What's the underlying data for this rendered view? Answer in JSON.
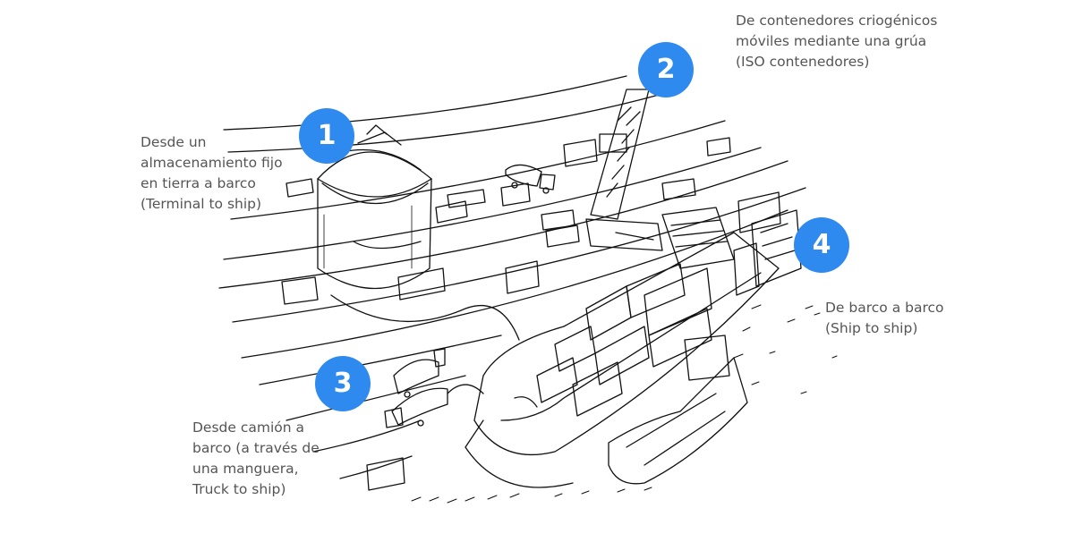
{
  "accent_color": "#2f8af0",
  "text_color": "#555555",
  "steps": [
    {
      "number": "1",
      "lines": [
        "Desde un",
        "almacenamiento fijo",
        "en tierra a barco",
        "(Terminal to ship)"
      ]
    },
    {
      "number": "2",
      "lines": [
        "De contenedores criogénicos",
        "móviles mediante una grúa",
        "(ISO contenedores)"
      ]
    },
    {
      "number": "3",
      "lines": [
        "Desde camión a",
        "barco (a través de",
        "una manguera,",
        "Truck to ship)"
      ]
    },
    {
      "number": "4",
      "lines": [
        "De barco a barco",
        "(Ship to ship)"
      ]
    }
  ],
  "illustration": {
    "elements": [
      "storage-tank",
      "crane",
      "container-ship",
      "tanker-ship",
      "tanker-trucks",
      "containers",
      "hose"
    ]
  }
}
